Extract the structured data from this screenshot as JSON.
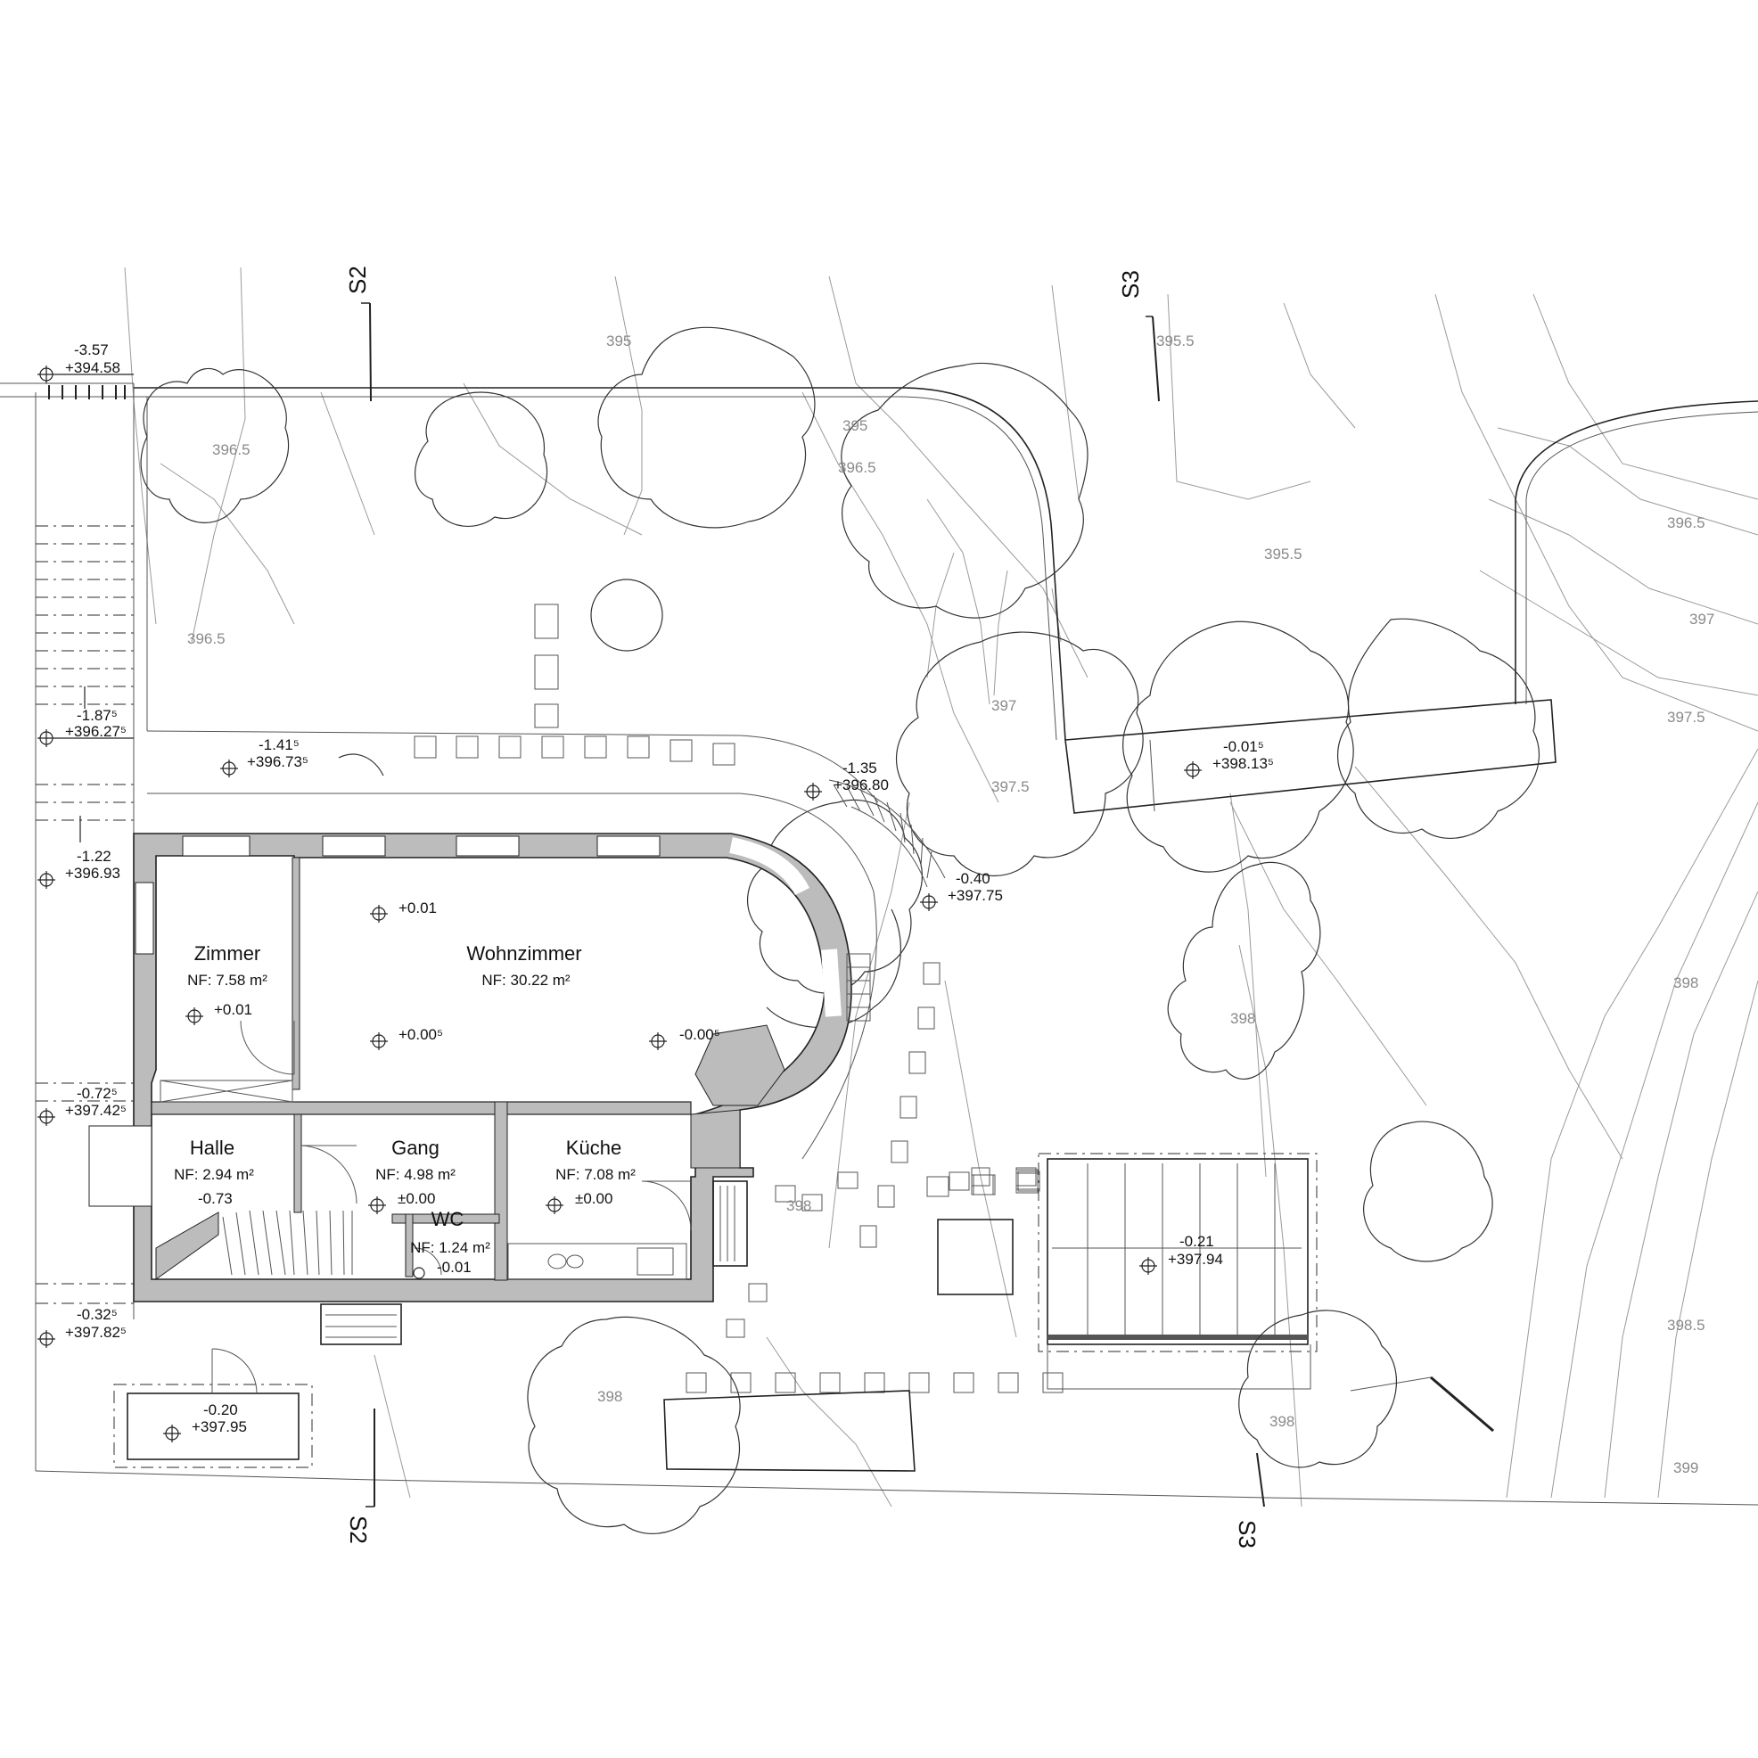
{
  "sections": {
    "s2_top": "S2",
    "s2_bottom": "S2",
    "s3_top": "S3",
    "s3_bottom": "S3"
  },
  "rooms": [
    {
      "id": "zimmer",
      "name": "Zimmer",
      "area": "NF: 7.58 m²"
    },
    {
      "id": "wohnzimmer",
      "name": "Wohnzimmer",
      "area": "NF: 30.22 m²"
    },
    {
      "id": "halle",
      "name": "Halle",
      "area": "NF: 2.94 m²"
    },
    {
      "id": "gang",
      "name": "Gang",
      "area": "NF: 4.98 m²"
    },
    {
      "id": "kueche",
      "name": "Küche",
      "area": "NF: 7.08 m²"
    },
    {
      "id": "wc",
      "name": "WC",
      "area": "NF: 1.24 m²"
    }
  ],
  "interior_levels": {
    "zimmer": "+0.01",
    "wohn_1": "+0.01",
    "wohn_2": "+0.00⁵",
    "wohn_3": "-0.00⁵",
    "halle": "-0.73",
    "gang": "±0.00",
    "kueche": "±0.00",
    "wc": "-0.01"
  },
  "elevations": [
    {
      "id": "e1",
      "rel": "-3.57",
      "abs": "+394.58"
    },
    {
      "id": "e2",
      "rel": "-1.87⁵",
      "abs": "+396.27⁵"
    },
    {
      "id": "e3",
      "rel": "-1.41⁵",
      "abs": "+396.73⁵"
    },
    {
      "id": "e4",
      "rel": "-1.35",
      "abs": "+396.80"
    },
    {
      "id": "e5",
      "rel": "-0.40",
      "abs": "+397.75"
    },
    {
      "id": "e6",
      "rel": "-0.01⁵",
      "abs": "+398.13⁵"
    },
    {
      "id": "e7",
      "rel": "-1.22",
      "abs": "+396.93"
    },
    {
      "id": "e8",
      "rel": "-0.72⁵",
      "abs": "+397.42⁵"
    },
    {
      "id": "e9",
      "rel": "-0.32⁵",
      "abs": "+397.82⁵"
    },
    {
      "id": "e10",
      "rel": "-0.20",
      "abs": "+397.95"
    },
    {
      "id": "e11",
      "rel": "-0.21",
      "abs": "+397.94"
    }
  ],
  "contours": {
    "c1": "395",
    "c2": "395.5",
    "c3": "395",
    "c4": "396.5",
    "c5": "396.5",
    "c6": "396.5",
    "c7": "395.5",
    "c8": "396.5",
    "c9": "397",
    "c10": "397.5",
    "c11": "397",
    "c12": "397.5",
    "c13": "398",
    "c14": "398",
    "c15": "398",
    "c16": "398",
    "c17": "398",
    "c18": "398.5",
    "c19": "399"
  }
}
